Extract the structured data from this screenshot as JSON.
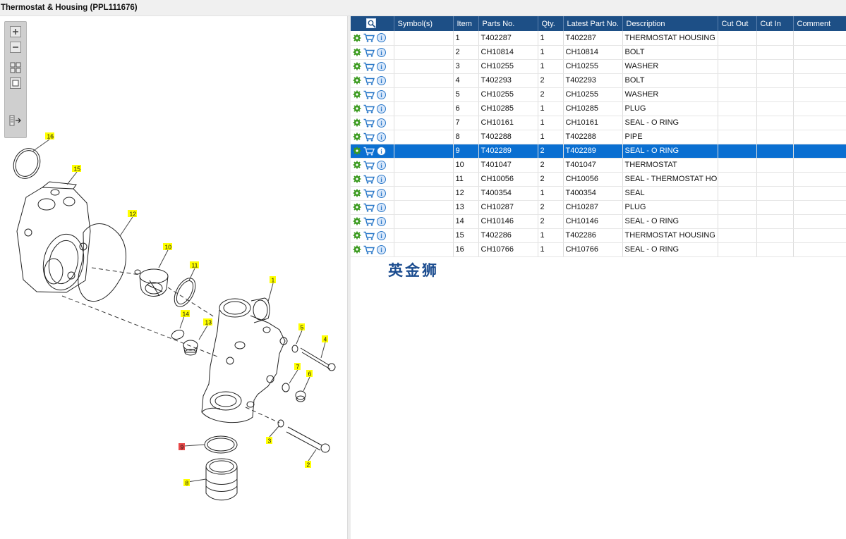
{
  "window": {
    "title": "Thermostat & Housing (PPL111676)"
  },
  "toolbar": {
    "tools": [
      "zoom-in-icon",
      "zoom-out-icon",
      "fit-view-icon",
      "actual-size-icon",
      "export-list-icon"
    ]
  },
  "table": {
    "columns": [
      "Symbol(s)",
      "Item",
      "Parts No.",
      "Qty.",
      "Latest Part No.",
      "Description",
      "Cut Out",
      "Cut In",
      "Comment"
    ],
    "rows": [
      {
        "item": "1",
        "part_no": "T402287",
        "qty": "1",
        "latest": "T402287",
        "desc": "THERMOSTAT HOUSING"
      },
      {
        "item": "2",
        "part_no": "CH10814",
        "qty": "1",
        "latest": "CH10814",
        "desc": "BOLT"
      },
      {
        "item": "3",
        "part_no": "CH10255",
        "qty": "1",
        "latest": "CH10255",
        "desc": "WASHER"
      },
      {
        "item": "4",
        "part_no": "T402293",
        "qty": "2",
        "latest": "T402293",
        "desc": "BOLT"
      },
      {
        "item": "5",
        "part_no": "CH10255",
        "qty": "2",
        "latest": "CH10255",
        "desc": "WASHER"
      },
      {
        "item": "6",
        "part_no": "CH10285",
        "qty": "1",
        "latest": "CH10285",
        "desc": "PLUG"
      },
      {
        "item": "7",
        "part_no": "CH10161",
        "qty": "1",
        "latest": "CH10161",
        "desc": "SEAL - O RING"
      },
      {
        "item": "8",
        "part_no": "T402288",
        "qty": "1",
        "latest": "T402288",
        "desc": "PIPE"
      },
      {
        "item": "9",
        "part_no": "T402289",
        "qty": "2",
        "latest": "T402289",
        "desc": "SEAL - O RING"
      },
      {
        "item": "10",
        "part_no": "T401047",
        "qty": "2",
        "latest": "T401047",
        "desc": "THERMOSTAT"
      },
      {
        "item": "11",
        "part_no": "CH10056",
        "qty": "2",
        "latest": "CH10056",
        "desc": "SEAL - THERMOSTAT HOU"
      },
      {
        "item": "12",
        "part_no": "T400354",
        "qty": "1",
        "latest": "T400354",
        "desc": "SEAL"
      },
      {
        "item": "13",
        "part_no": "CH10287",
        "qty": "2",
        "latest": "CH10287",
        "desc": "PLUG"
      },
      {
        "item": "14",
        "part_no": "CH10146",
        "qty": "2",
        "latest": "CH10146",
        "desc": "SEAL - O RING"
      },
      {
        "item": "15",
        "part_no": "T402286",
        "qty": "1",
        "latest": "T402286",
        "desc": "THERMOSTAT HOUSING"
      },
      {
        "item": "16",
        "part_no": "CH10766",
        "qty": "1",
        "latest": "CH10766",
        "desc": "SEAL - O RING"
      }
    ],
    "selected_item": "9"
  },
  "diagram": {
    "callouts": [
      "1",
      "2",
      "3",
      "4",
      "5",
      "6",
      "7",
      "8",
      "9",
      "10",
      "11",
      "12",
      "13",
      "14",
      "15",
      "16"
    ],
    "highlighted_callout": "9",
    "callout_color": "#ffff00",
    "highlight_color": "#e84848"
  },
  "watermark": "英金狮",
  "colors": {
    "header_bg": "#1d4f86",
    "selected_row": "#0a6fd1",
    "gear": "#3a9a1e",
    "cart": "#2a78c8",
    "info": "#2a78c8"
  }
}
